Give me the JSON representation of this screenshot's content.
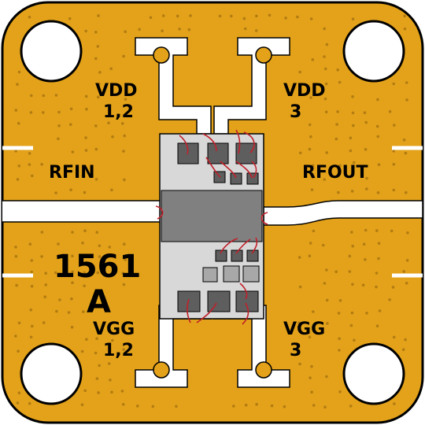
{
  "labels": {
    "vdd12_line1": "VDD",
    "vdd12_line2": "1,2",
    "vdd3_line1": "VDD",
    "vdd3_line2": "3",
    "rfin": "RFIN",
    "rfout": "RFOUT",
    "part_number": "1561",
    "revision": "A",
    "vgg12_line1": "VGG",
    "vgg12_line2": "1,2",
    "vgg3_line1": "VGG",
    "vgg3_line2": "3"
  },
  "colors": {
    "board_gold": "#E3A21A",
    "trace_white": "#FFFFFF",
    "via_dot": "#B37C12",
    "die_body": "#D8D8D8",
    "die_center": "#808080",
    "pad_dark": "#5E5E5E",
    "pad_light": "#A8A8A8",
    "bond_wire": "#C0202A",
    "outline": "#000000"
  }
}
